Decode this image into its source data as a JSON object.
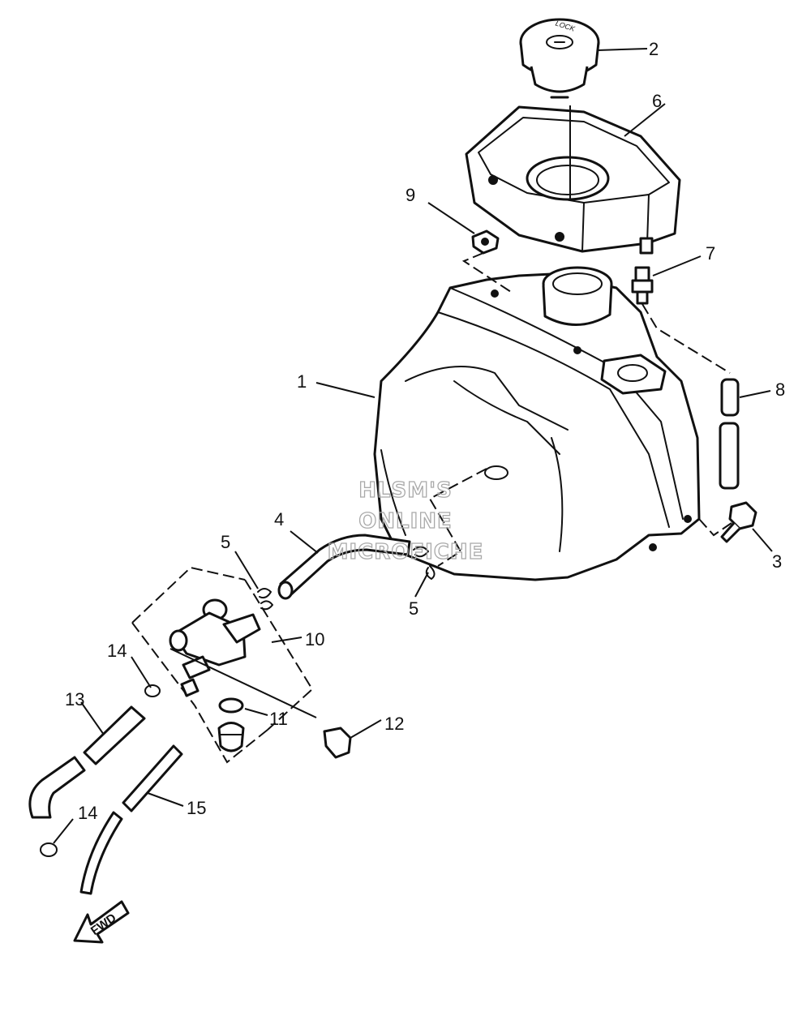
{
  "callouts": [
    {
      "id": "c1",
      "number": "1"
    },
    {
      "id": "c2",
      "number": "2"
    },
    {
      "id": "c3",
      "number": "3"
    },
    {
      "id": "c4",
      "number": "4"
    },
    {
      "id": "c5a",
      "number": "5"
    },
    {
      "id": "c5b",
      "number": "5"
    },
    {
      "id": "c6",
      "number": "6"
    },
    {
      "id": "c7",
      "number": "7"
    },
    {
      "id": "c8",
      "number": "8"
    },
    {
      "id": "c9",
      "number": "9"
    },
    {
      "id": "c10",
      "number": "10"
    },
    {
      "id": "c11",
      "number": "11"
    },
    {
      "id": "c12",
      "number": "12"
    },
    {
      "id": "c13",
      "number": "13"
    },
    {
      "id": "c14a",
      "number": "14"
    },
    {
      "id": "c14b",
      "number": "14"
    },
    {
      "id": "c15",
      "number": "15"
    }
  ],
  "watermark": {
    "line1": "HLSM'S",
    "line2": "ONLINE",
    "line3": "MICROFICHE"
  },
  "direction_arrow": {
    "label": "FWD"
  },
  "cap_marking": "LOCK"
}
